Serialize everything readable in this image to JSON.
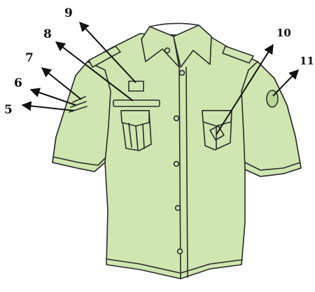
{
  "colors": {
    "shirt_fill": "#cfe6b0",
    "shirt_shade": "#b9d697",
    "outline": "#2b2b2b",
    "arrow": "#111111",
    "background": "#ffffff"
  },
  "labels": {
    "n5": "5",
    "n6": "6",
    "n7": "7",
    "n8": "8",
    "n9": "9",
    "n10": "10",
    "n11": "11"
  }
}
